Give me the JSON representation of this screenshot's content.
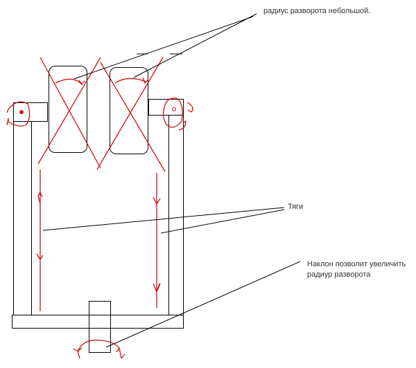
{
  "annotations": {
    "turn_radius_small": "радиус разворота небольшой.",
    "rods": "Тяги",
    "tilt_line1": "Наклон позволит увеличить",
    "tilt_line2": "радиур разворота"
  },
  "colors": {
    "outline": "#000000",
    "markup": "#d01010",
    "text": "#333333"
  }
}
